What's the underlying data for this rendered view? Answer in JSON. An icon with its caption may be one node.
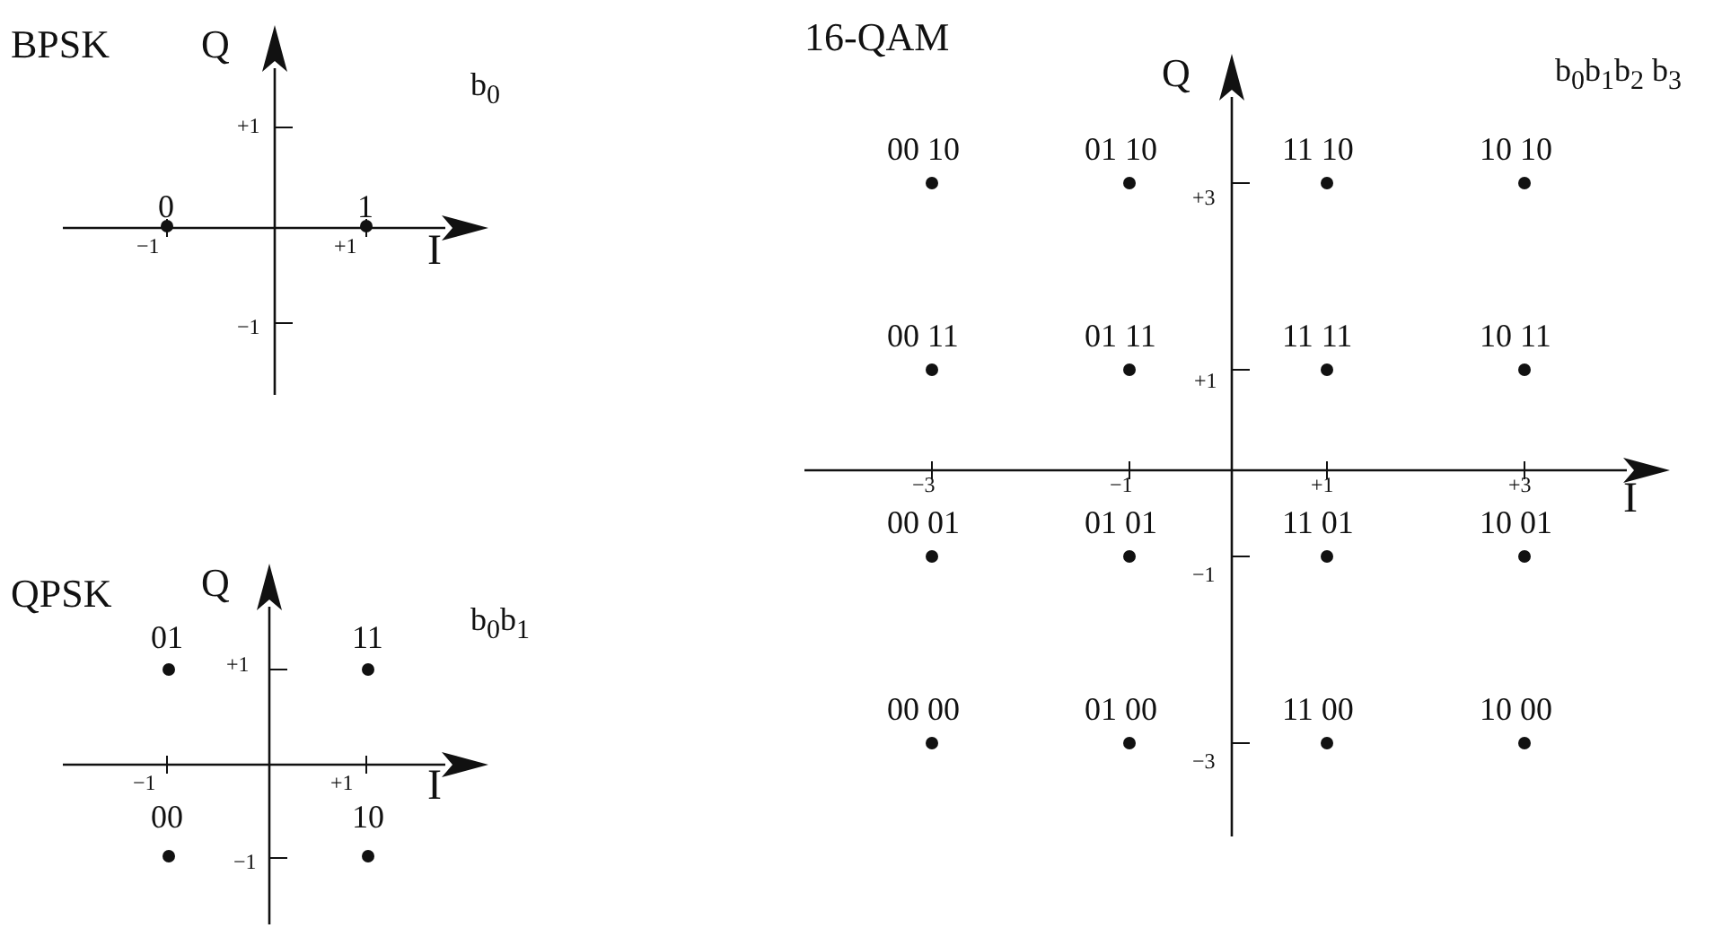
{
  "diagram": {
    "labels": [
      "BPSK",
      "Q",
      "b$_{0}$",
      "+1",
      "0",
      "1",
      "−1",
      "+1",
      "I",
      "−1",
      "QPSK",
      "Q",
      "b$_{0}$b$_{1}$",
      "01",
      "11",
      "+1",
      "−1",
      "+1",
      "I",
      "00",
      "10",
      "−1",
      "16-QAM",
      "Q",
      "b$_{0}$b$_{1}$b$_{2}$ b$_{3}$",
      "00 10",
      "01 10",
      "11 10",
      "10 10",
      "+3",
      "00 11",
      "01 11",
      "11 11",
      "10 11",
      "+1",
      "−3",
      "−1",
      "+1",
      "+3",
      "I",
      "00 01",
      "01 01",
      "11 01",
      "10 01",
      "−1",
      "00 00",
      "01 00",
      "11 00",
      "10 00",
      "−3"
    ]
  }
}
